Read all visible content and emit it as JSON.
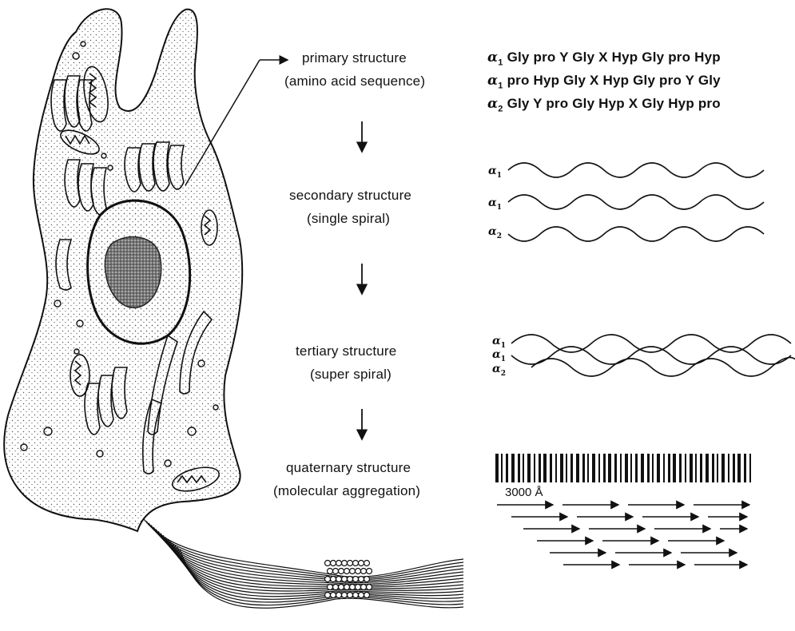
{
  "levels": {
    "primary": {
      "title": "primary structure",
      "subtitle": "(amino acid sequence)"
    },
    "secondary": {
      "title": "secondary structure",
      "subtitle": "(single spiral)"
    },
    "tertiary": {
      "title": "tertiary structure",
      "subtitle": "(super spiral)"
    },
    "quaternary": {
      "title": "quaternary structure",
      "subtitle": "(molecular aggregation)"
    }
  },
  "sequences": [
    {
      "chain": "α",
      "index": "1",
      "text": "Gly pro Y Gly X Hyp Gly pro Hyp"
    },
    {
      "chain": "α",
      "index": "1",
      "text": "pro Hyp Gly X Hyp Gly pro Y Gly"
    },
    {
      "chain": "α",
      "index": "2",
      "text": "Gly Y pro Gly Hyp X Gly Hyp pro"
    }
  ],
  "secondary_chains": [
    {
      "chain": "α",
      "index": "1"
    },
    {
      "chain": "α",
      "index": "1"
    },
    {
      "chain": "α",
      "index": "2"
    }
  ],
  "tertiary_chains": [
    {
      "chain": "α",
      "index": "1"
    },
    {
      "chain": "α",
      "index": "1"
    },
    {
      "chain": "α",
      "index": "2"
    }
  ],
  "scale_label": "3000 Å",
  "colors": {
    "ink": "#111111",
    "stipple": "#555555",
    "nucleolus": "#3a3a3a"
  }
}
